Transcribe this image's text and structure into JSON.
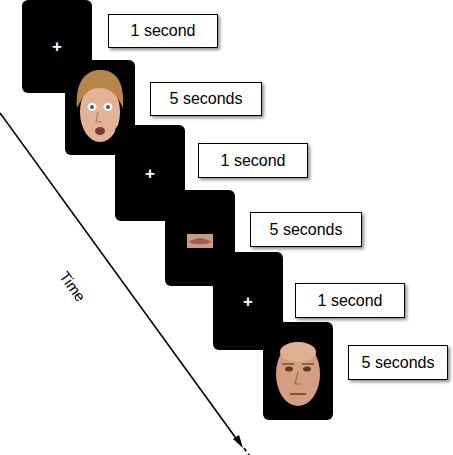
{
  "diagram": {
    "nodes": [
      {
        "text": [
          "+"
        ]
      },
      {
        "text": [
          "1 second"
        ]
      },
      {
        "text": [
          "5 seconds"
        ]
      },
      {
        "text": [
          "+"
        ]
      },
      {
        "text": [
          "1 second"
        ]
      },
      {
        "text": [
          "5 seconds"
        ]
      },
      {
        "text": [
          "+"
        ]
      },
      {
        "text": [
          "1 second"
        ]
      },
      {
        "text": [
          "5 seconds"
        ]
      }
    ],
    "labels": [
      "Time"
    ]
  }
}
